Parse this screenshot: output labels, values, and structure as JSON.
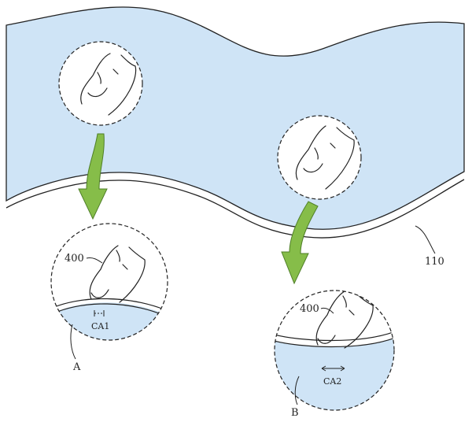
{
  "labels": {
    "panel_ref": "110",
    "finger_ref_a": "400",
    "finger_ref_b": "400",
    "contact_a": "CA1",
    "contact_b": "CA2",
    "detail_a": "A",
    "detail_b": "B"
  },
  "colors": {
    "panel_fill": "#cfe4f6",
    "line": "#222222",
    "arrow_fill": "#86bd49",
    "arrow_stroke": "#4f7f28",
    "background": "#ffffff"
  }
}
